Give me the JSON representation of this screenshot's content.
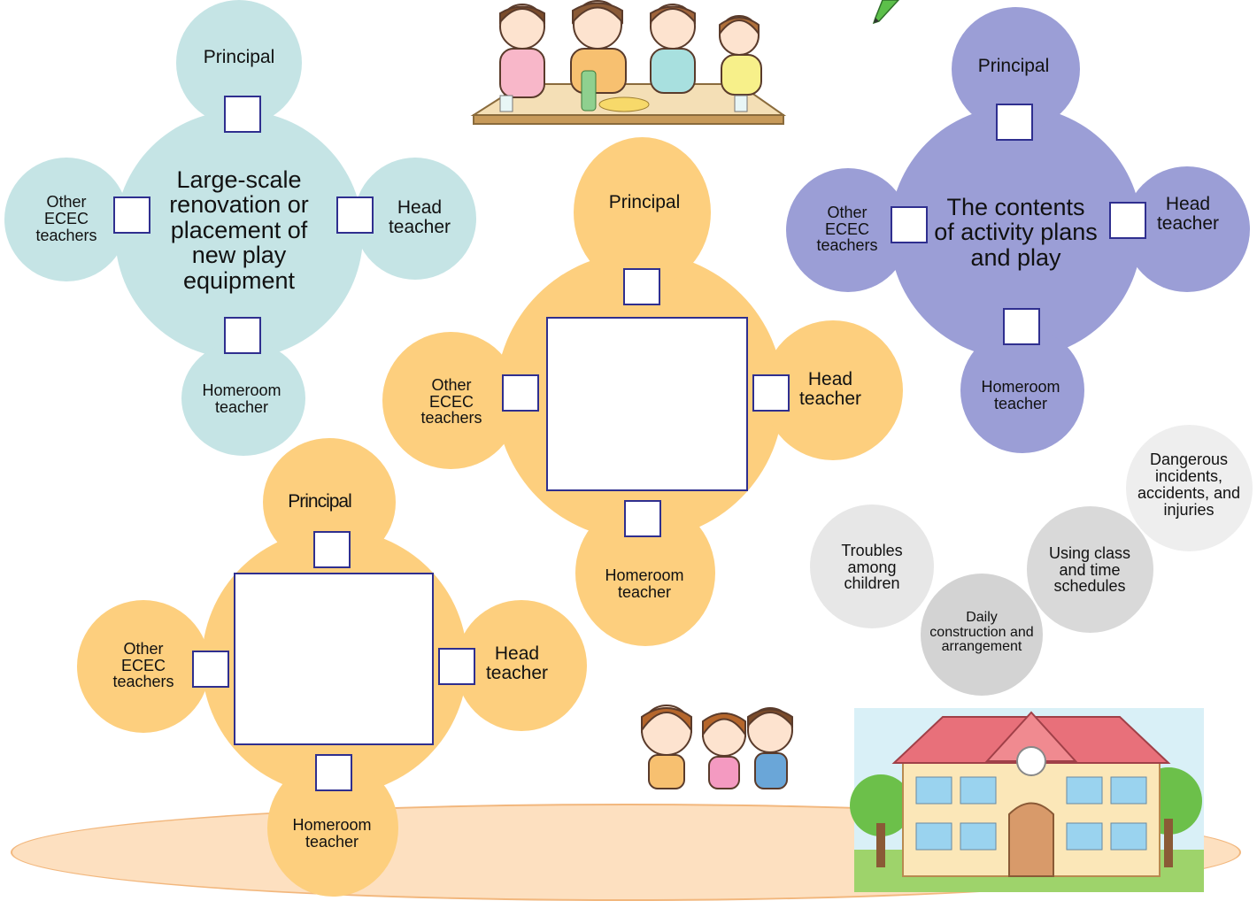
{
  "diagram_blue": {
    "center": "Large-scale renovation or placement of new play equipment",
    "top": "Principal",
    "right": "Head teacher",
    "bottom": "Homeroom teacher",
    "left": "Other ECEC teachers"
  },
  "diagram_orange_mid": {
    "top": "Principal",
    "right": "Head teacher",
    "bottom": "Homeroom teacher",
    "left": "Other ECEC teachers"
  },
  "diagram_purple": {
    "center": "The contents of activity plans and play",
    "top": "Principal",
    "right": "Head teacher",
    "bottom": "Homeroom teacher",
    "left": "Other ECEC teachers"
  },
  "diagram_orange_bottom": {
    "top": "Principal",
    "right": "Head teacher",
    "bottom": "Homeroom teacher",
    "left": "Other ECEC teachers"
  },
  "topics": {
    "troubles": "Troubles among children",
    "daily": "Daily construction and arrangement",
    "schedules": "Using class and time schedules",
    "dangerous": "Dangerous incidents, accidents, and injuries"
  },
  "colors": {
    "blue": "#c5e4e5",
    "orange": "#fdcf7e",
    "orange_overlap": "#f7b545",
    "purple": "#9b9ed6",
    "purple_overlap": "#7a7ec4",
    "box_border": "#2f2f8f"
  }
}
